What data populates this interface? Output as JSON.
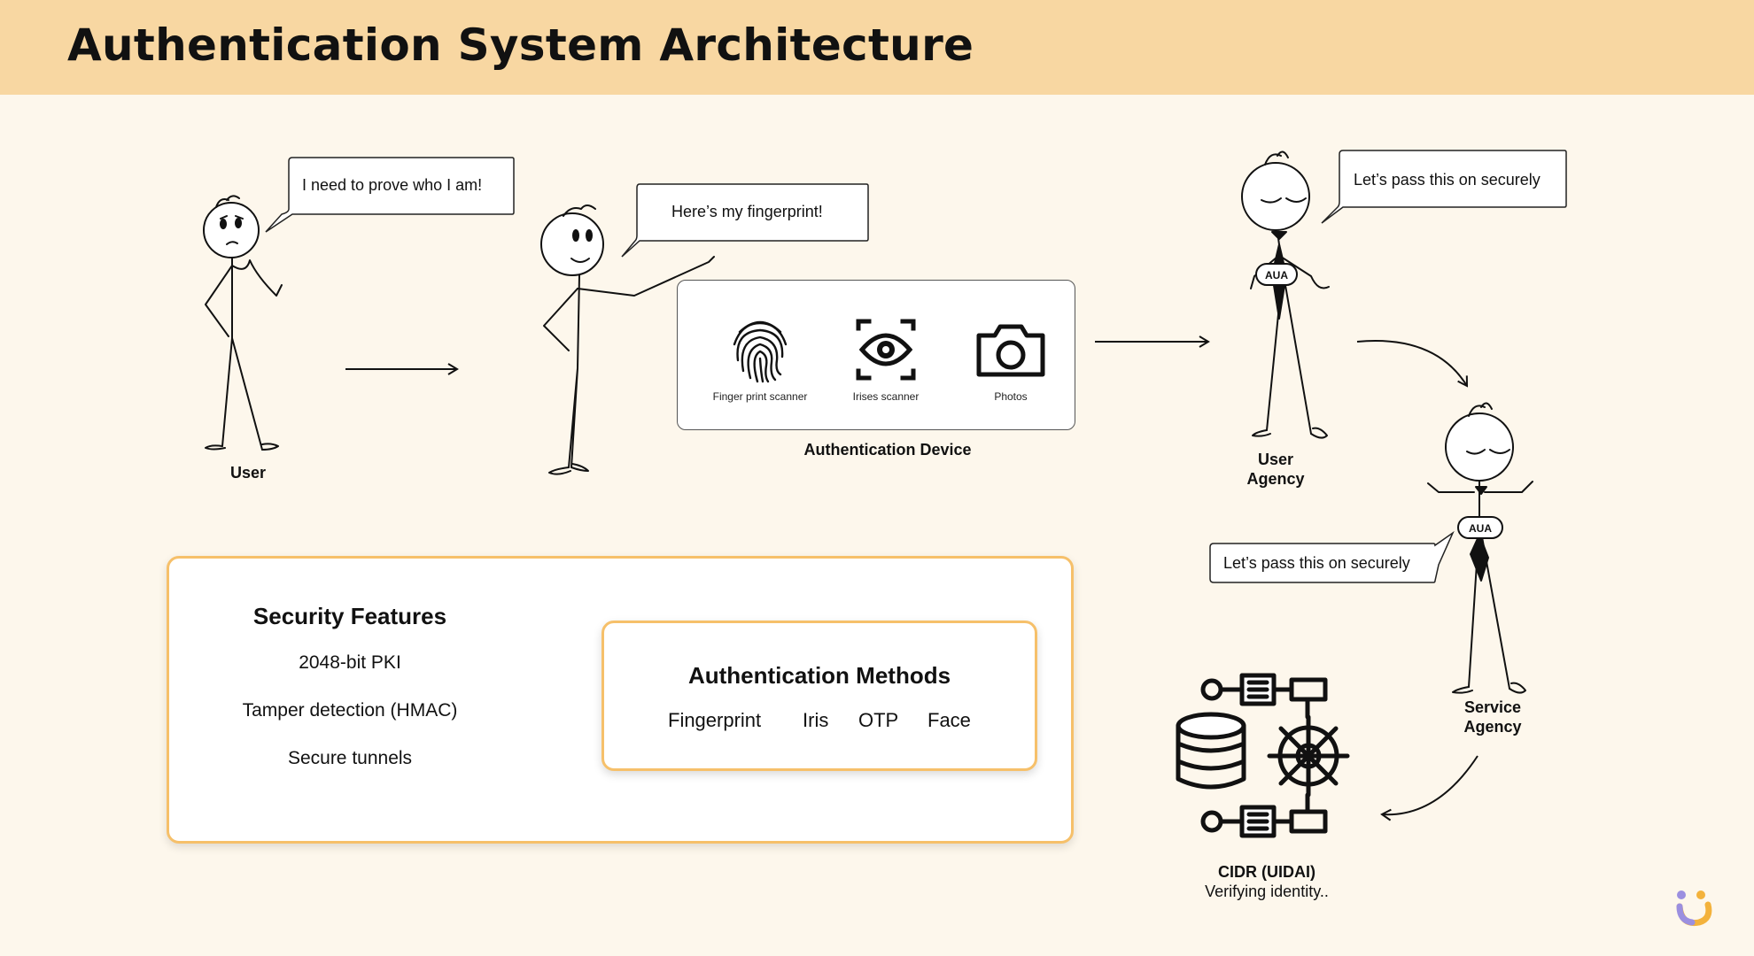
{
  "title": "Authentication System Architecture",
  "bubbles": {
    "user": "I need to prove who I am!",
    "user2": "Here’s my fingerprint!",
    "aua_top": "Let’s pass this on securely",
    "asa": "Let’s pass this on securely"
  },
  "labels": {
    "user": "User",
    "user_agency_1": "User",
    "user_agency_2": "Agency",
    "service_agency_1": "Service",
    "service_agency_2": "Agency",
    "cidr": "CIDR (UIDAI)",
    "cidr_sub": "Verifying identity..",
    "aua_badge": "AUA",
    "asa_badge": "AUA"
  },
  "device": {
    "title": "Authentication Device",
    "items": [
      {
        "caption": "Finger print scanner",
        "icon": "fingerprint-icon"
      },
      {
        "caption": "Irises scanner",
        "icon": "eye-scan-icon"
      },
      {
        "caption": "Photos",
        "icon": "camera-icon"
      }
    ]
  },
  "security": {
    "title": "Security Features",
    "items": [
      "2048-bit PKI",
      "Tamper detection (HMAC)",
      "Secure tunnels"
    ]
  },
  "auth_methods": {
    "title": "Authentication Methods",
    "items": [
      "Fingerprint",
      "Iris",
      "OTP",
      "Face"
    ]
  },
  "colors": {
    "header_bg": "#f8d7a2",
    "page_bg": "#fdf7ec",
    "box_border": "#f6c06a"
  }
}
